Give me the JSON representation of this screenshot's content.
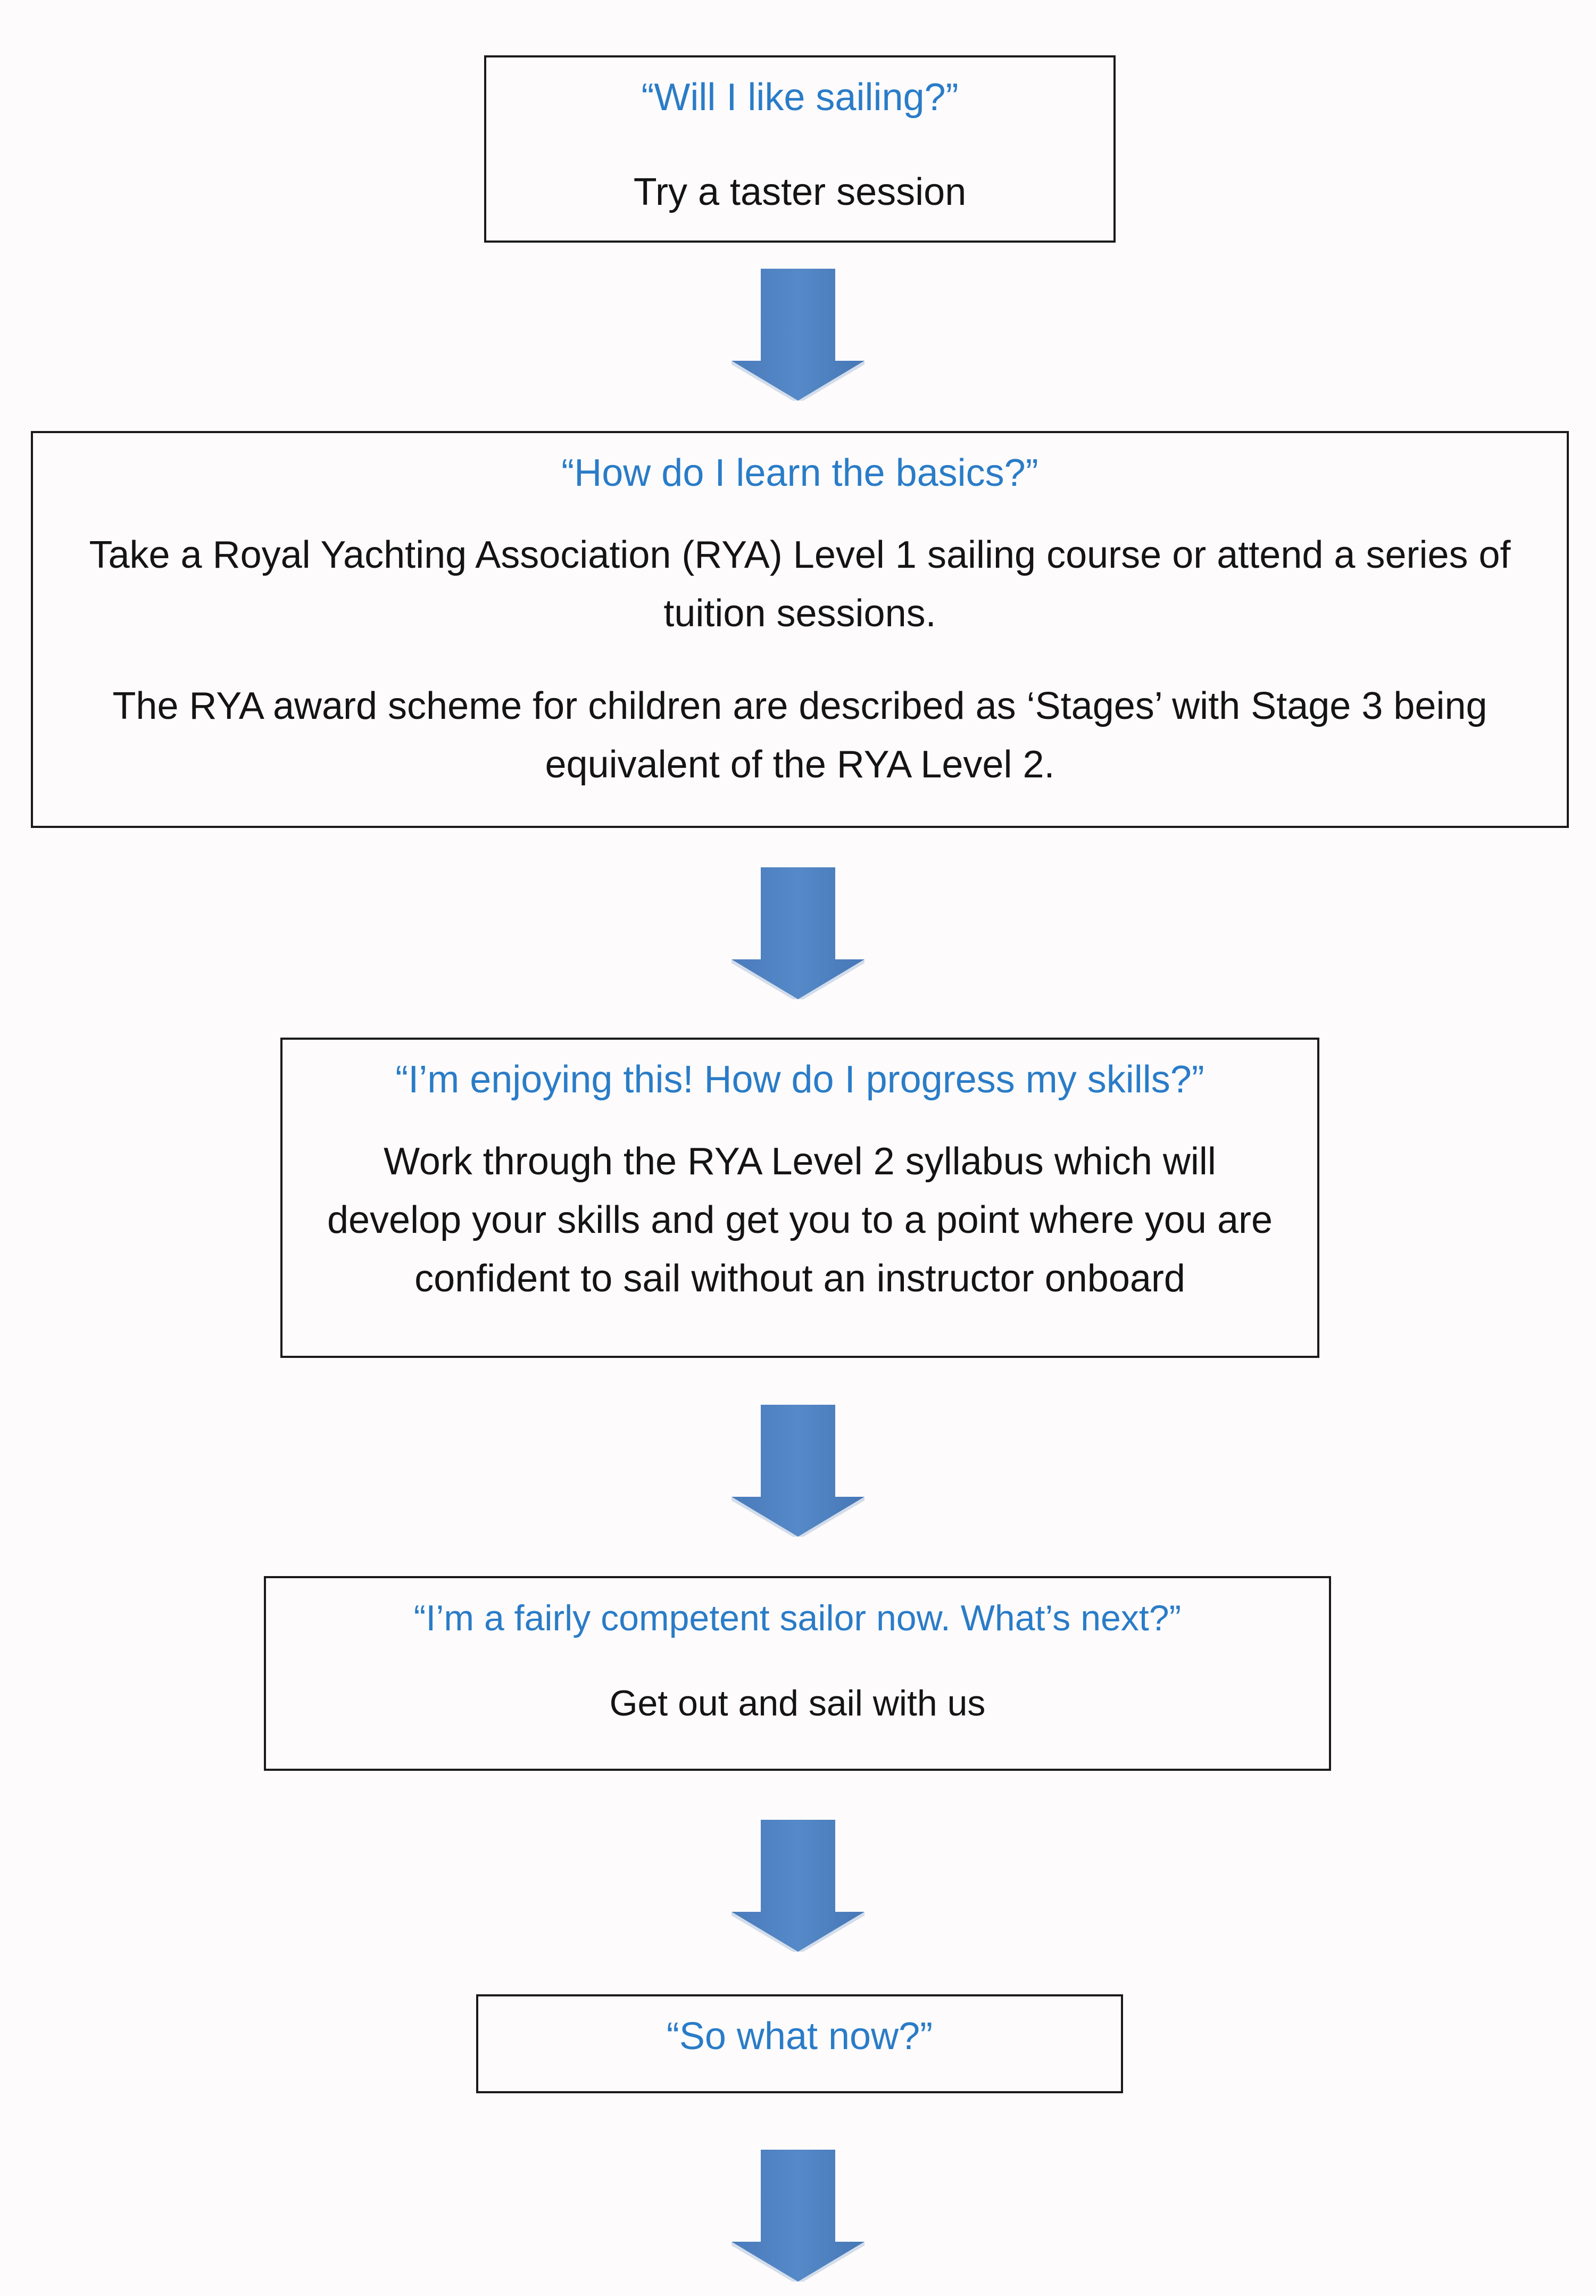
{
  "steps": [
    {
      "question": "“Will I like sailing?”",
      "text": [
        "Try a taster session"
      ]
    },
    {
      "question": "“How do I learn the basics?”",
      "text": [
        "Take a Royal Yachting Association (RYA) Level 1 sailing course or attend a series of tuition sessions.",
        "The RYA award scheme for children are described as ‘Stages’ with Stage 3 being equivalent of the RYA Level 2."
      ]
    },
    {
      "question": "“I’m enjoying this! How do I progress my skills?”",
      "text": [
        "Work through the RYA Level 2 syllabus which will develop your skills and get you to a point where you are confident to sail without an instructor onboard"
      ]
    },
    {
      "question": "“I’m a fairly competent sailor now. What’s next?”",
      "text": [
        "Get out and sail with us"
      ]
    },
    {
      "question": "“So what now?”",
      "text": []
    }
  ],
  "colors": {
    "question": "#2a7cc7",
    "arrow": "#4f81bd",
    "border": "#1a1a1a",
    "background": "#fdfbfc"
  },
  "icons": {
    "arrow": "down-arrow-icon"
  }
}
